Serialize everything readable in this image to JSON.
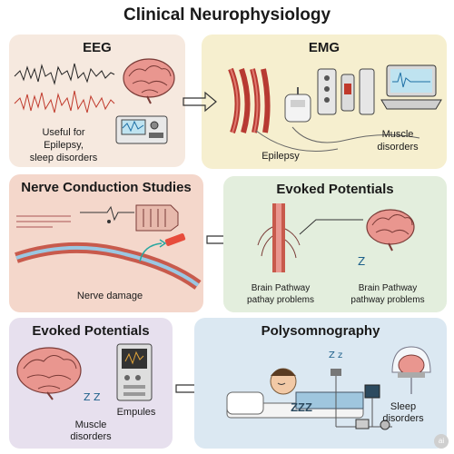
{
  "title": "Clinical Neurophysiology",
  "colors": {
    "eeg_bg": "#f6e9df",
    "emg_bg": "#f6efcf",
    "ncs_bg": "#f4d7cb",
    "ep_green_bg": "#e3eedd",
    "ep_purple_bg": "#e7e0ee",
    "psg_bg": "#dbe8f2",
    "brain": "#e9968f",
    "wave": "#c0392b"
  },
  "panels": {
    "eeg": {
      "title": "EEG",
      "note_line1": "Useful for",
      "note_line2": "Epilepsy,",
      "note_line3": "sleep disorders"
    },
    "emg": {
      "title": "EMG",
      "label_left": "Epilepsy",
      "label_right_line1": "Muscle",
      "label_right_line2": "disorders"
    },
    "ncs": {
      "title": "Nerve Conduction Studies",
      "label": "Nerve damage"
    },
    "ep_top": {
      "title": "Evoked Potentials",
      "label_left_line1": "Brain Pathway",
      "label_left_line2": "pathay problems",
      "label_right_line1": "Brain Pathway",
      "label_right_line2": "pathway problems"
    },
    "ep_bottom": {
      "title": "Evoked Potentials",
      "label_muscle_line1": "Muscle",
      "label_muscle_line2": "disorders",
      "label_empules": "Empules"
    },
    "psg": {
      "title": "Polysomnography",
      "label_line1": "Sleep",
      "label_line2": "disorders",
      "zzz": "ZZZ"
    }
  },
  "watermark": "ai"
}
